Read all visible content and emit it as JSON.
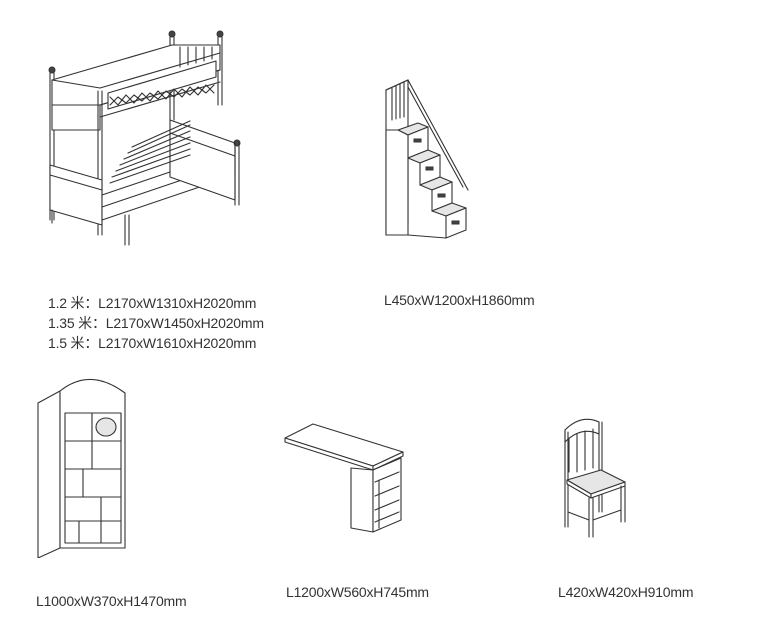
{
  "products": [
    {
      "name": "bunk-bed",
      "dimensions": [
        "1.2 米：L2170xW1310xH2020mm",
        "1.35 米：L2170xW1450xH2020mm",
        "1.5 米：L2170xW1610xH2020mm"
      ]
    },
    {
      "name": "stair-cabinet",
      "dimensions": [
        "L450xW1200xH1860mm"
      ]
    },
    {
      "name": "bookshelf",
      "dimensions": [
        "L1000xW370xH1470mm"
      ]
    },
    {
      "name": "desk",
      "dimensions": [
        "L1200xW560xH745mm"
      ]
    },
    {
      "name": "chair",
      "dimensions": [
        "L420xW420xH910mm"
      ]
    }
  ]
}
